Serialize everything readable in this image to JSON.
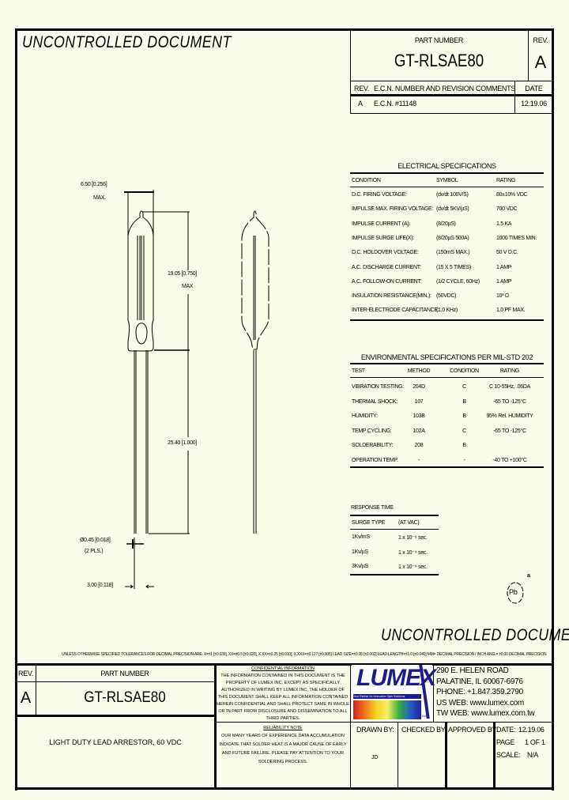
{
  "watermark": "UNCONTROLLED DOCUMENT",
  "header": {
    "part_number_label": "PART NUMBER",
    "part_number": "GT-RLSAE80",
    "rev_label": "REV.",
    "rev": "A"
  },
  "revision_table": {
    "headers": [
      "REV.",
      "E.C.N. NUMBER AND REVISION COMMENTS",
      "DATE"
    ],
    "rows": [
      [
        "A",
        "E.C.N. #11148",
        "12.19.06"
      ]
    ]
  },
  "electrical": {
    "title": "ELECTRICAL SPECIFICATIONS",
    "headers": [
      "CONDITION",
      "SYMBOL",
      "RATING"
    ],
    "rows": [
      [
        "D.C. FIRING VOLTAGE:",
        "(dv/dt 100V/S)",
        "80±10% VDC"
      ],
      [
        "IMPULSE MAX. FIRING VOLTAGE:",
        "(dv/dt 5KV/µS)",
        "700 VDC"
      ],
      [
        "IMPULSE CURRENT (A):",
        "(8/20µS)",
        "1.5 KA"
      ],
      [
        "IMPULSE SURGE LIFE(X):",
        "(8/20µS 500A)",
        "1000 TIMES MIN."
      ],
      [
        "D.C. HOLDOVER VOLTAGE:",
        "(150mS MAX.)",
        "50 V D.C."
      ],
      [
        "A.C. DISCHARGE CURRENT:",
        "(15 X 5 TIMES)",
        "1 AMP"
      ],
      [
        "A.C. FOLLOW-ON CURRENT:",
        "(1/2 CYCLE, 60Hz)",
        "1 AMP"
      ],
      [
        "INSULATION RESISTANCE(MIN.):",
        "(50VDC)",
        "10³ Ω"
      ],
      [
        "INTER-ELECTRODE CAPACITANCE:",
        "(1.0 KHz)",
        "1.0 PF MAX."
      ]
    ]
  },
  "environmental": {
    "title": "ENVIRONMENTAL SPECIFICATIONS PER MIL-STD 202",
    "headers": [
      "TEST",
      "METHOD",
      "CONDITION",
      "RATING"
    ],
    "rows": [
      [
        "VIBRATION TESTING:",
        "204D",
        "C",
        "C 10-55Hz, .06DA"
      ],
      [
        "THERMAL SHOCK:",
        "107",
        "B",
        "-65  TO -125°C"
      ],
      [
        "HUMIDITY:",
        "103B",
        "B",
        "95% Rel. HUMIDITY"
      ],
      [
        "TEMP CYCLING:",
        "102A",
        "C",
        "-65  TO -125°C"
      ],
      [
        "SOLDERABILITY:",
        "208",
        "B",
        ""
      ],
      [
        "OPERATION TEMP.",
        "-",
        "-",
        "-40  TO +100°C"
      ]
    ]
  },
  "response_time": {
    "title": "RESPONSE TIME",
    "headers": [
      "SURGE TYPE",
      "(AT VAC)"
    ],
    "rows": [
      [
        "1Kv/mS",
        "1 x 10⁻⁹ sec."
      ],
      [
        "1Kv/µS",
        "1 x 10⁻⁹ sec."
      ],
      [
        "3Kv/µS",
        "1 x 10⁻⁹ sec."
      ]
    ]
  },
  "pb_free": {
    "symbol": "Pb",
    "mark": "a"
  },
  "drawing": {
    "dims": {
      "width": "6.50 [0.256]",
      "width_note": "MAX.",
      "body": "19.05 [0.750]",
      "body_note": "MAX",
      "lead": "25.40 [1.000]",
      "dia": "Ø0.45 [0.018]",
      "dia_note": "(2 PLS.)",
      "pitch": "3.00 [0.118]"
    }
  },
  "tolerance_note": "UNLESS OTHERWISE SPECIFIED TOLERANCES FOR DECIMAL PRECISION ARE: X=±1 [±0.039], XX=±0.5 [±0.020], X.XX=±0.25 [±0.010], X.XXX=±0.127 [±0.005]   LEAD SIZE=±0.05 [±0.002]   LEAD LENGTH=±1.0 [±0.040]   MM= DECIMAL PRECISION / INCH   ANG.= ±0.00 DECIMAL PRECISION",
  "title_block": {
    "rev_label": "REV.",
    "rev": "A",
    "part_number_label": "PART NUMBER",
    "part_number": "GT-RLSAE80",
    "description": "LIGHT DUTY LEAD ARRESTOR, 60 VDC",
    "confidential_title": "CONFIDENTIAL INFORMATION",
    "confidential_text": "THE INFORMATION CONTAINED IN THIS DOCUMENT IS THE PROPERTY OF LUMEX INC. EXCEPT AS SPECIFICALLY AUTHORIZED IN WRITING BY LUMEX INC, THE HOLDER OF THIS DOCUMENT SHALL KEEP ALL INFORMATION CONTAINED HEREIN CONFIDENTIAL AND SHALL PROTECT SAME IN WHOLE OR IN PART FROM DISCLOSURE AND DISSEMINATION TO ALL THIRD PARTIES.",
    "reliability_title": "RELIABILITY NOTE",
    "reliability_text": "OUR MANY YEARS OF EXPERIENCE DATA ACCUMULATION INDICATE THAT SOLDER HEAT IS A MAJOR CAUSE OF EARLY AND FUTURE FAILURE. PLEASE PAY ATTENTION TO YOUR SOLDERING PROCESS.",
    "logo_text": "LUMEX",
    "logo_tagline": "Your Partner for Innovative Opto Solutions",
    "logo_inc": "INC.",
    "address": [
      "290 E. HELEN ROAD",
      "PALATINE, IL  60067-6976",
      "PHONE: +1.847.359.2790",
      "US WEB: www.lumex.com",
      "TW WEB: www.lumex.com.tw"
    ],
    "drawn_by_label": "DRAWN BY:",
    "drawn_by": "JD",
    "checked_by_label": "CHECKED BY:",
    "approved_by_label": "APPROVED BY:",
    "date_label": "DATE:",
    "date": "12.19.06",
    "page_label": "PAGE",
    "page": "1 OF 1",
    "scale_label": "SCALE:",
    "scale": "N/A"
  },
  "colors": {
    "background": "#fcfcea",
    "logo_blue": "#1c1c8c"
  }
}
